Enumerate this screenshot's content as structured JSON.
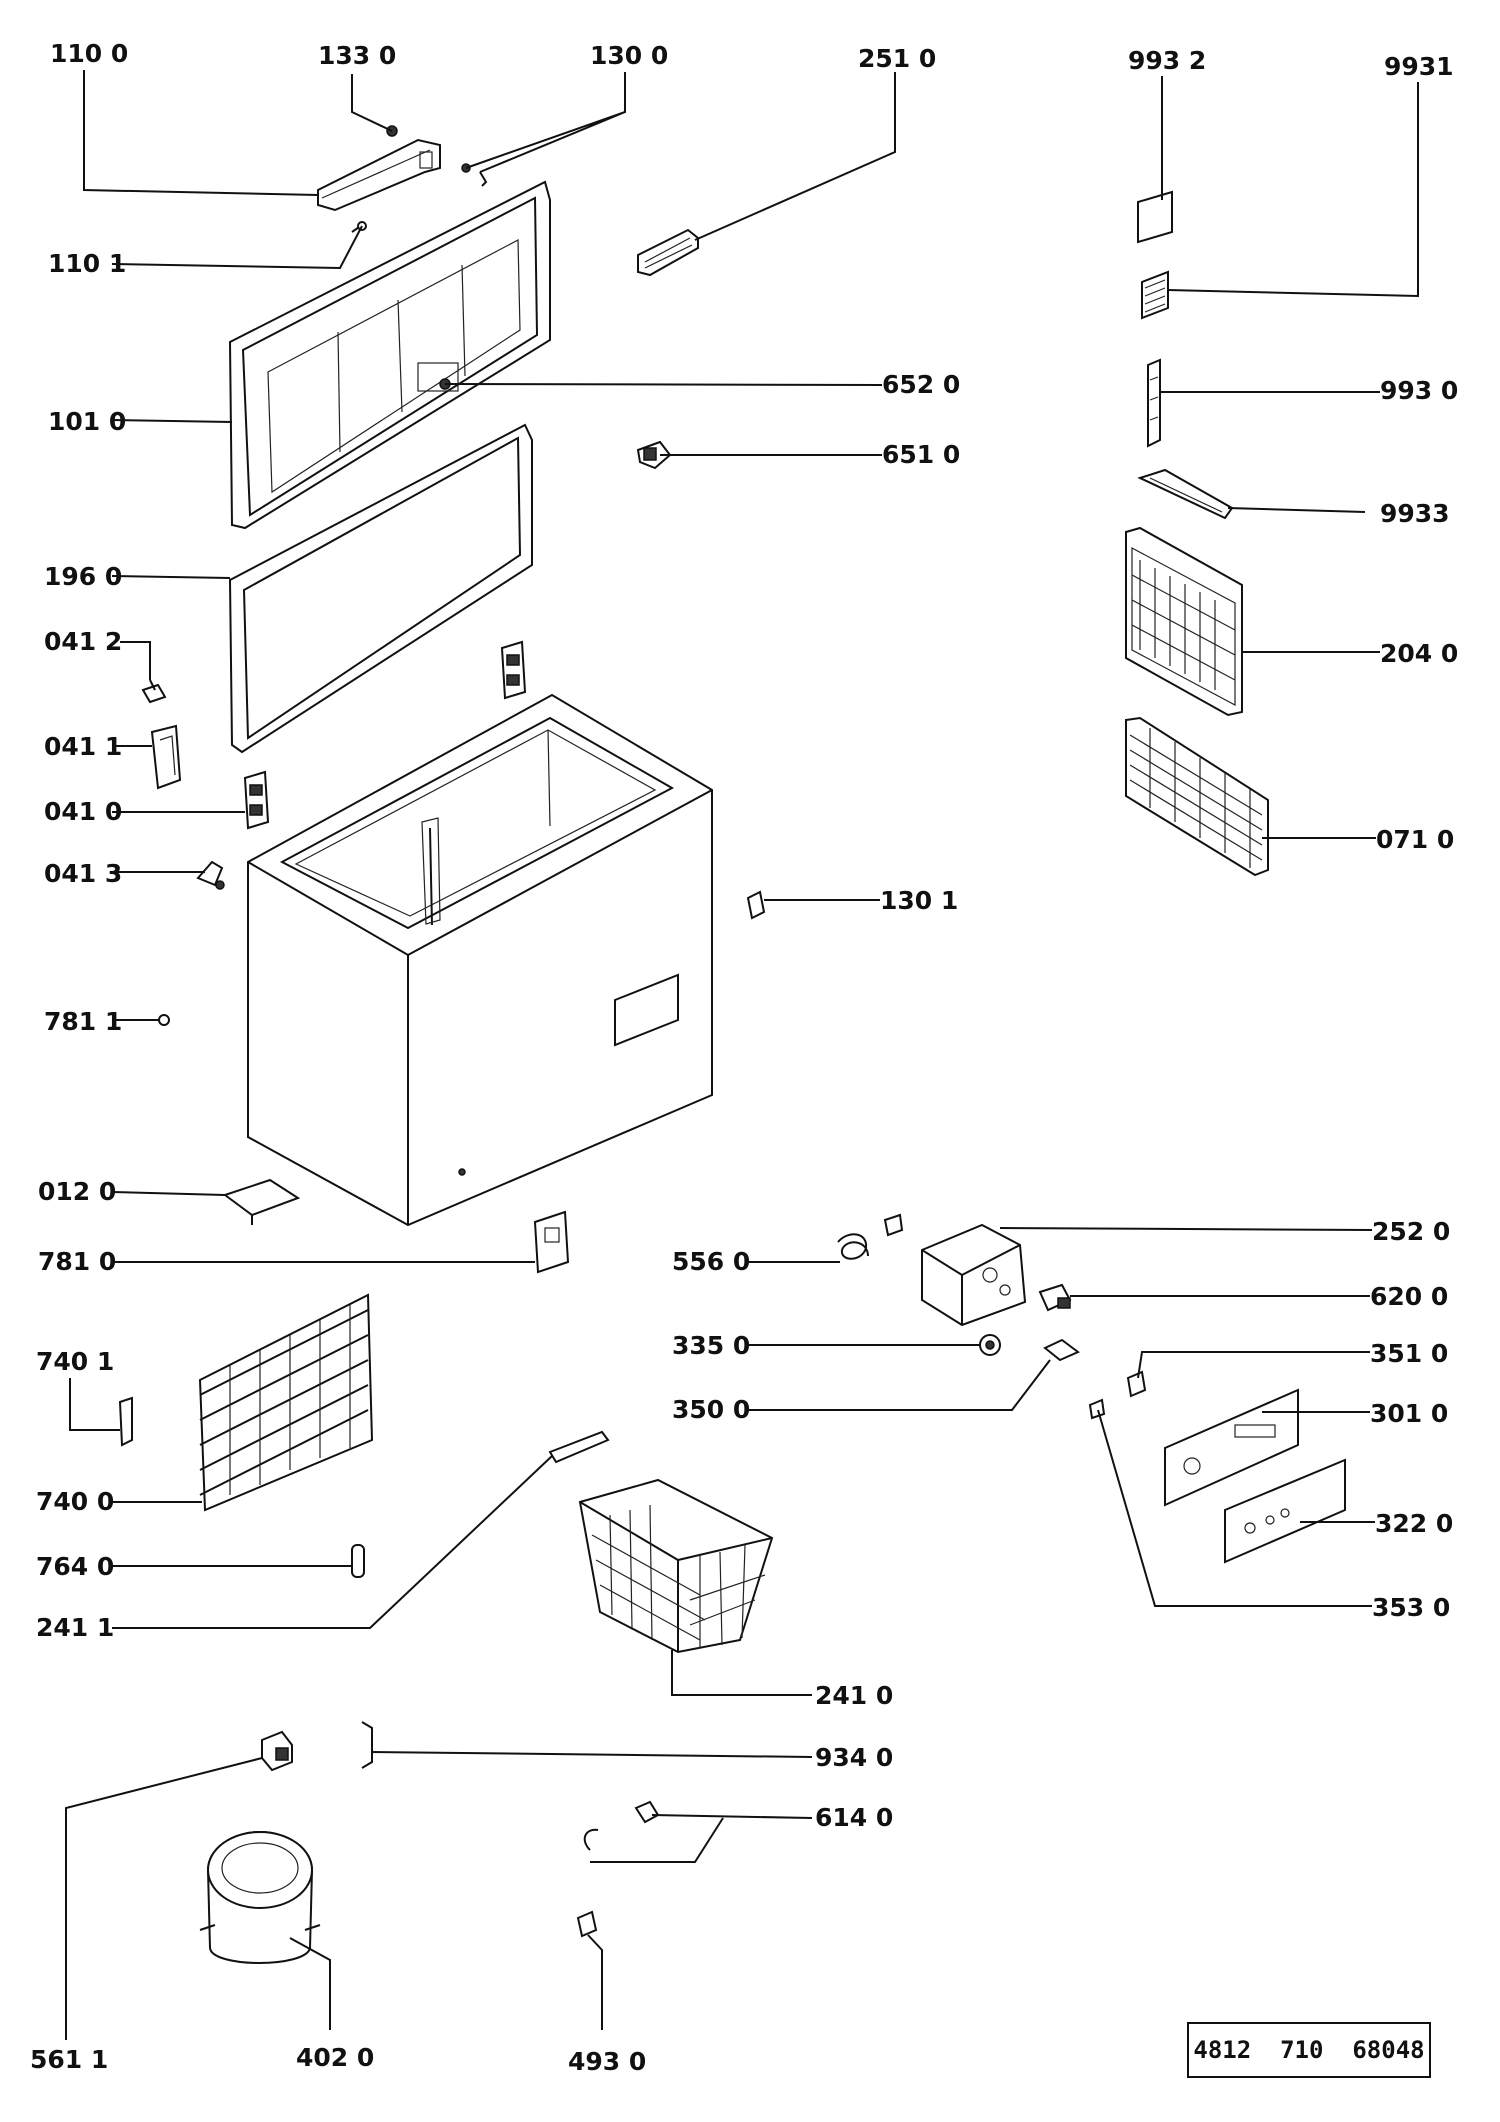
{
  "labels": [
    {
      "id": "p1100",
      "text": "110 0"
    },
    {
      "id": "p1330",
      "text": "133 0"
    },
    {
      "id": "p1300",
      "text": "130 0"
    },
    {
      "id": "p2510",
      "text": "251 0"
    },
    {
      "id": "p9932",
      "text": "993 2"
    },
    {
      "id": "p9931",
      "text": "9931"
    },
    {
      "id": "p1101",
      "text": "110 1"
    },
    {
      "id": "p1010",
      "text": "101 0"
    },
    {
      "id": "p6520",
      "text": "652 0"
    },
    {
      "id": "p9930",
      "text": "993 0"
    },
    {
      "id": "p6510",
      "text": "651 0"
    },
    {
      "id": "p9933",
      "text": "9933"
    },
    {
      "id": "p1960",
      "text": "196 0"
    },
    {
      "id": "p0412",
      "text": "041 2"
    },
    {
      "id": "p2040",
      "text": "204 0"
    },
    {
      "id": "p0411",
      "text": "041 1"
    },
    {
      "id": "p0410",
      "text": "041 0"
    },
    {
      "id": "p0710",
      "text": "071 0"
    },
    {
      "id": "p0413",
      "text": "041 3"
    },
    {
      "id": "p1301",
      "text": "130 1"
    },
    {
      "id": "p7811",
      "text": "781 1"
    },
    {
      "id": "p0120",
      "text": "012 0"
    },
    {
      "id": "p2520",
      "text": "252 0"
    },
    {
      "id": "p7810",
      "text": "781 0"
    },
    {
      "id": "p5560",
      "text": "556 0"
    },
    {
      "id": "p6200",
      "text": "620 0"
    },
    {
      "id": "p7401",
      "text": "740 1"
    },
    {
      "id": "p3350",
      "text": "335 0"
    },
    {
      "id": "p3510",
      "text": "351 0"
    },
    {
      "id": "p3500",
      "text": "350 0"
    },
    {
      "id": "p3010",
      "text": "301 0"
    },
    {
      "id": "p7400",
      "text": "740 0"
    },
    {
      "id": "p3220",
      "text": "322 0"
    },
    {
      "id": "p7640",
      "text": "764 0"
    },
    {
      "id": "p3530",
      "text": "353 0"
    },
    {
      "id": "p2411",
      "text": "241 1"
    },
    {
      "id": "p2410",
      "text": "241 0"
    },
    {
      "id": "p9340",
      "text": "934 0"
    },
    {
      "id": "p6140",
      "text": "614 0"
    },
    {
      "id": "p5611",
      "text": "561 1"
    },
    {
      "id": "p4020",
      "text": "402 0"
    },
    {
      "id": "p4930",
      "text": "493 0"
    }
  ],
  "catalog_number": "4812  710  68048"
}
